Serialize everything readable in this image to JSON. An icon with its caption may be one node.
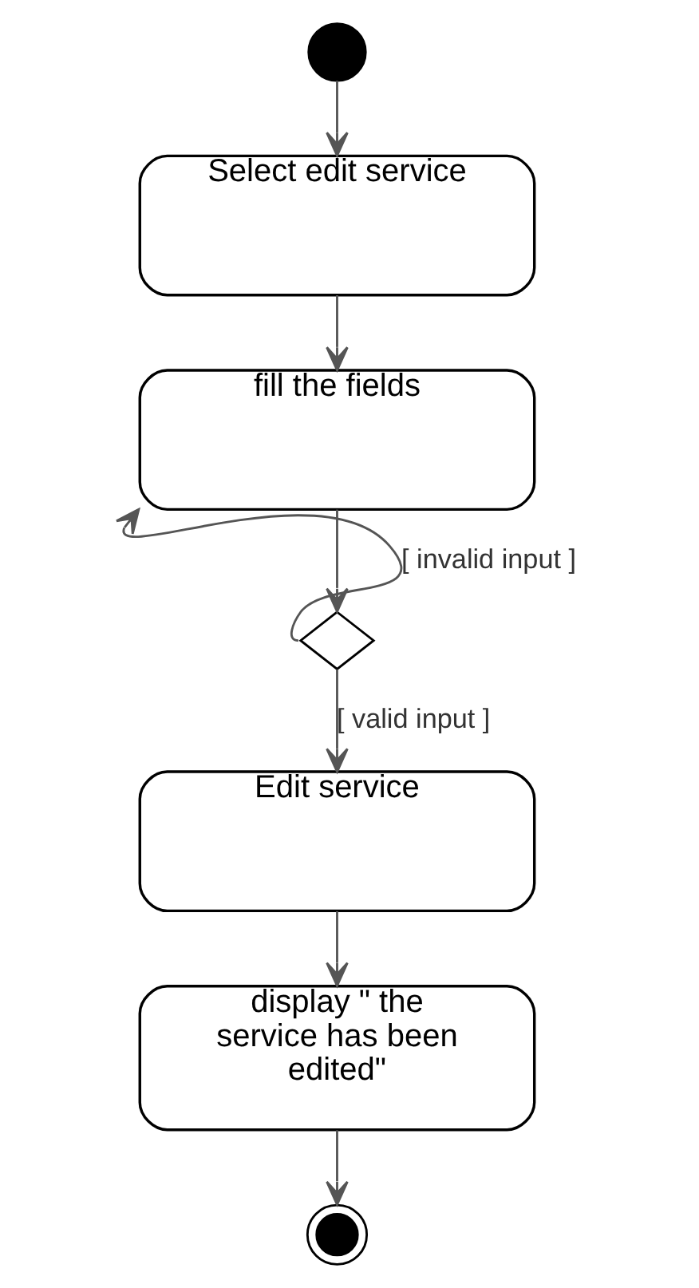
{
  "diagram": {
    "nodes": [
      {
        "text": [],
        "shape": "circle"
      },
      {
        "text": [
          "Select edit service"
        ]
      },
      {
        "text": [
          "fill the fields"
        ]
      },
      {
        "text": [],
        "shape": "diamond"
      },
      {
        "text": [
          "Edit service"
        ]
      },
      {
        "text": [
          "display \" the service has been edited\""
        ]
      },
      {
        "text": [],
        "shape": "bullseye"
      }
    ],
    "edges": [
      {
        "from": 0,
        "to": 1,
        "arrow": "to"
      },
      {
        "from": 1,
        "to": 2,
        "arrow": "to"
      },
      {
        "from": 2,
        "to": 3,
        "arrow": "to"
      },
      {
        "from": 3,
        "to": 2,
        "arrow": "to",
        "label": "[ invalid input ]"
      },
      {
        "from": 3,
        "to": 4,
        "arrow": "to",
        "label": "[ valid input ]"
      },
      {
        "from": 4,
        "to": 5,
        "arrow": "to"
      },
      {
        "from": 5,
        "to": 6,
        "arrow": "to"
      }
    ]
  }
}
